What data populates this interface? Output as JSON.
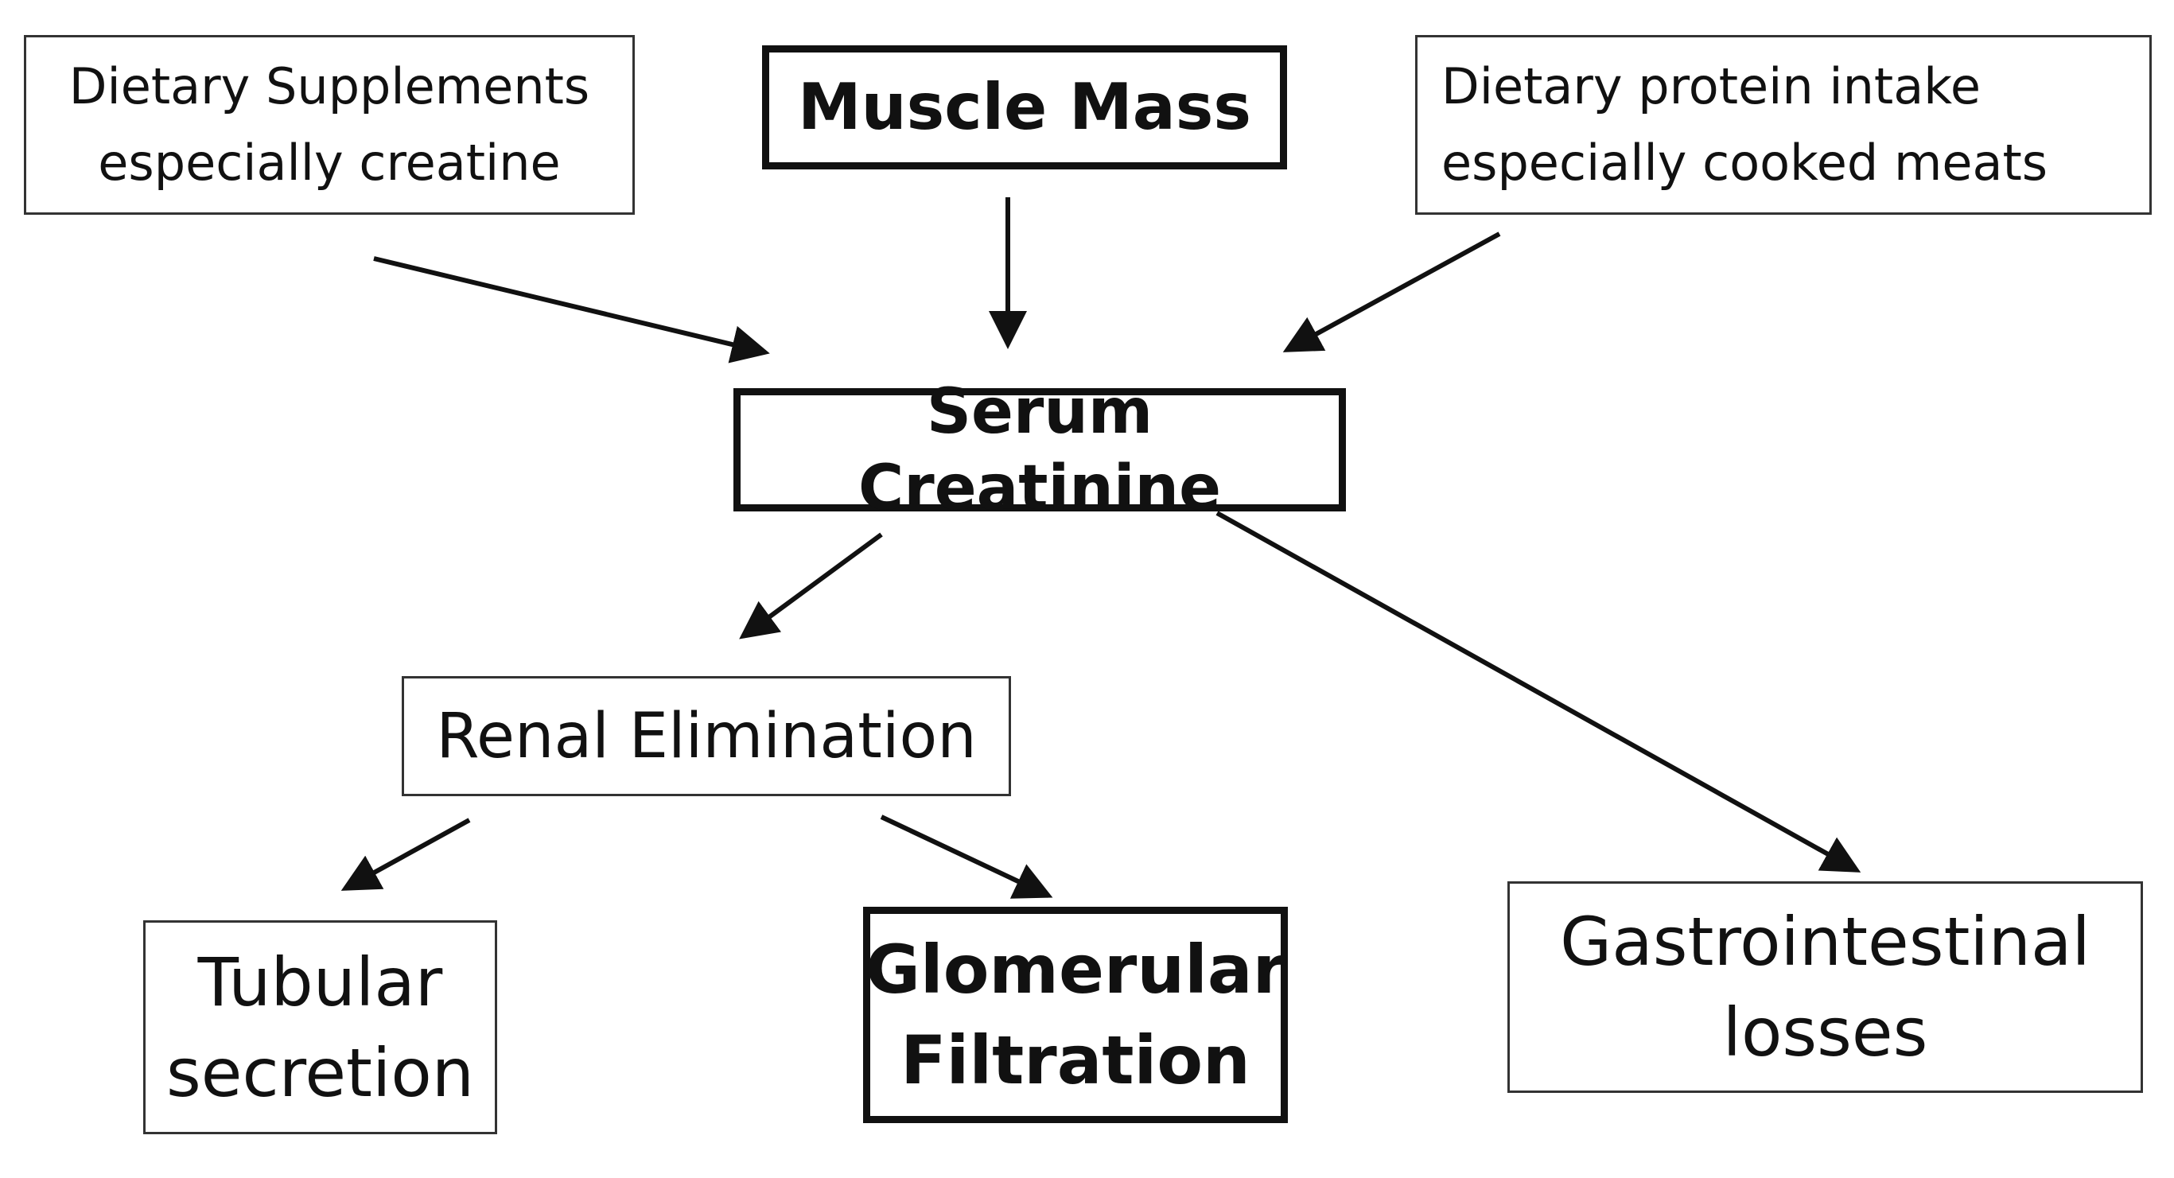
{
  "nodes": {
    "dietary_supplements": "Dietary Supplements\nespecially creatine",
    "muscle_mass": "Muscle Mass",
    "dietary_protein": "Dietary protein intake\nespecially cooked meats",
    "serum_creatinine": "Serum Creatinine",
    "renal_elimination": "Renal Elimination",
    "tubular_secretion": "Tubular\nsecretion",
    "glomerular_filtration": "Glomerular\nFiltration",
    "gastrointestinal_losses": "Gastrointestinal\nlosses"
  },
  "edges": [
    {
      "from": "dietary_supplements",
      "to": "serum_creatinine"
    },
    {
      "from": "muscle_mass",
      "to": "serum_creatinine"
    },
    {
      "from": "dietary_protein",
      "to": "serum_creatinine"
    },
    {
      "from": "serum_creatinine",
      "to": "renal_elimination"
    },
    {
      "from": "serum_creatinine",
      "to": "gastrointestinal_losses"
    },
    {
      "from": "renal_elimination",
      "to": "tubular_secretion"
    },
    {
      "from": "renal_elimination",
      "to": "glomerular_filtration"
    }
  ],
  "colors": {
    "line": "#111111",
    "border": "#333333",
    "background": "#ffffff"
  }
}
